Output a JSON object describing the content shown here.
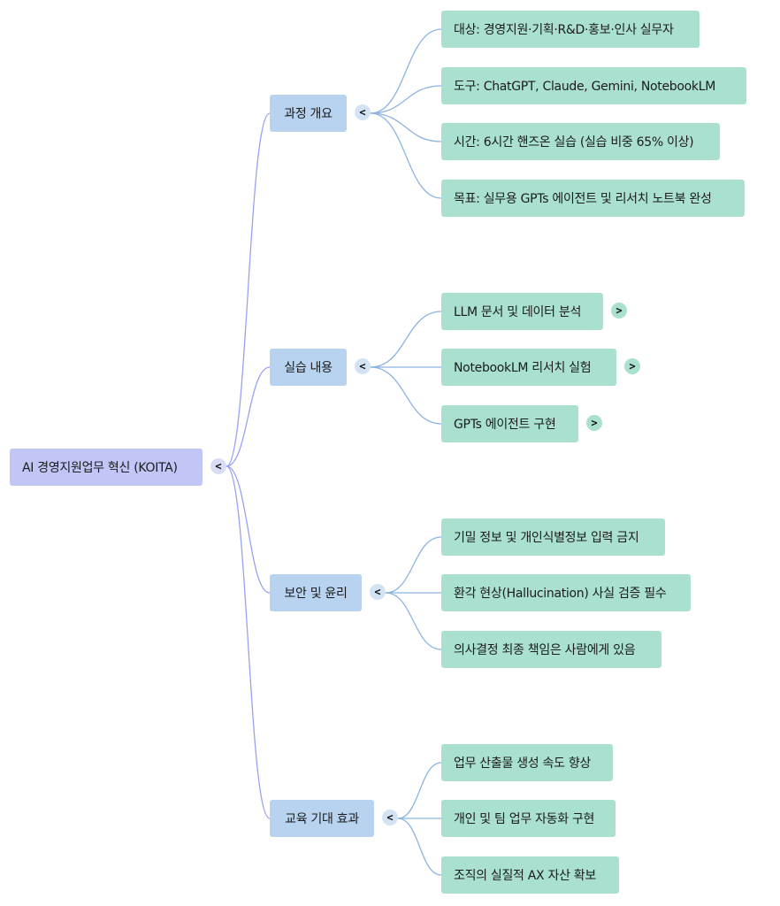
{
  "root": {
    "label": "AI 경영지원업무 혁신 (KOITA)",
    "toggle": "<"
  },
  "sections": [
    {
      "label": "과정 개요",
      "toggle": "<",
      "children": [
        {
          "label": "대상: 경영지원·기획·R&D·홍보·인사 실무자"
        },
        {
          "label": "도구: ChatGPT, Claude, Gemini, NotebookLM"
        },
        {
          "label": "시간: 6시간 핸즈온 실습 (실습 비중 65% 이상)"
        },
        {
          "label": "목표: 실무용 GPTs 에이전트 및 리서치 노트북 완성"
        }
      ]
    },
    {
      "label": "실습 내용",
      "toggle": "<",
      "children": [
        {
          "label": "LLM 문서 및 데이터 분석",
          "toggle": ">"
        },
        {
          "label": "NotebookLM 리서치 실험",
          "toggle": ">"
        },
        {
          "label": "GPTs 에이전트 구현",
          "toggle": ">"
        }
      ]
    },
    {
      "label": "보안 및 윤리",
      "toggle": "<",
      "children": [
        {
          "label": "기밀 정보 및 개인식별정보 입력 금지"
        },
        {
          "label": "환각 현상(Hallucination) 사실 검증 필수"
        },
        {
          "label": "의사결정 최종 책임은 사람에게 있음"
        }
      ]
    },
    {
      "label": "교육 기대 효과",
      "toggle": "<",
      "children": [
        {
          "label": "업무 산출물 생성 속도 향상"
        },
        {
          "label": "개인 및 팀 업무 자동화 구현"
        },
        {
          "label": "조직의 실질적 AX 자산 확보"
        }
      ]
    }
  ],
  "colors": {
    "root_node": "#c2c6f7",
    "section_node": "#b8d3f0",
    "leaf_node": "#a9e0d0",
    "root_edge": "#9aa2ef",
    "leaf_edge": "#8cb4e0"
  }
}
